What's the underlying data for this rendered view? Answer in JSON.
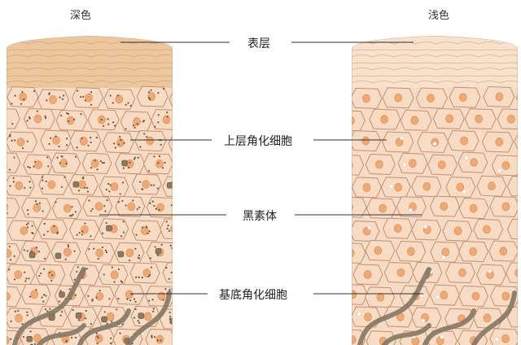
{
  "headers": {
    "dark": "深色",
    "light": "浅色"
  },
  "labels": {
    "epidermis": "表层",
    "upper_keratinocytes": "上层角化细胞",
    "melanosome": "黑素体",
    "basal_keratinocytes": "基底角化细胞"
  },
  "colors": {
    "skin_fill": "#f6dcc4",
    "cell_outline": "#c7906a",
    "nucleus": "#f2a86e",
    "dark_stratum": "#ecc79d",
    "light_stratum": "#f8e2cc",
    "dark_granule": "#6b5541",
    "basal_strip": "#7e7462",
    "light_granule": "#ffffff"
  }
}
